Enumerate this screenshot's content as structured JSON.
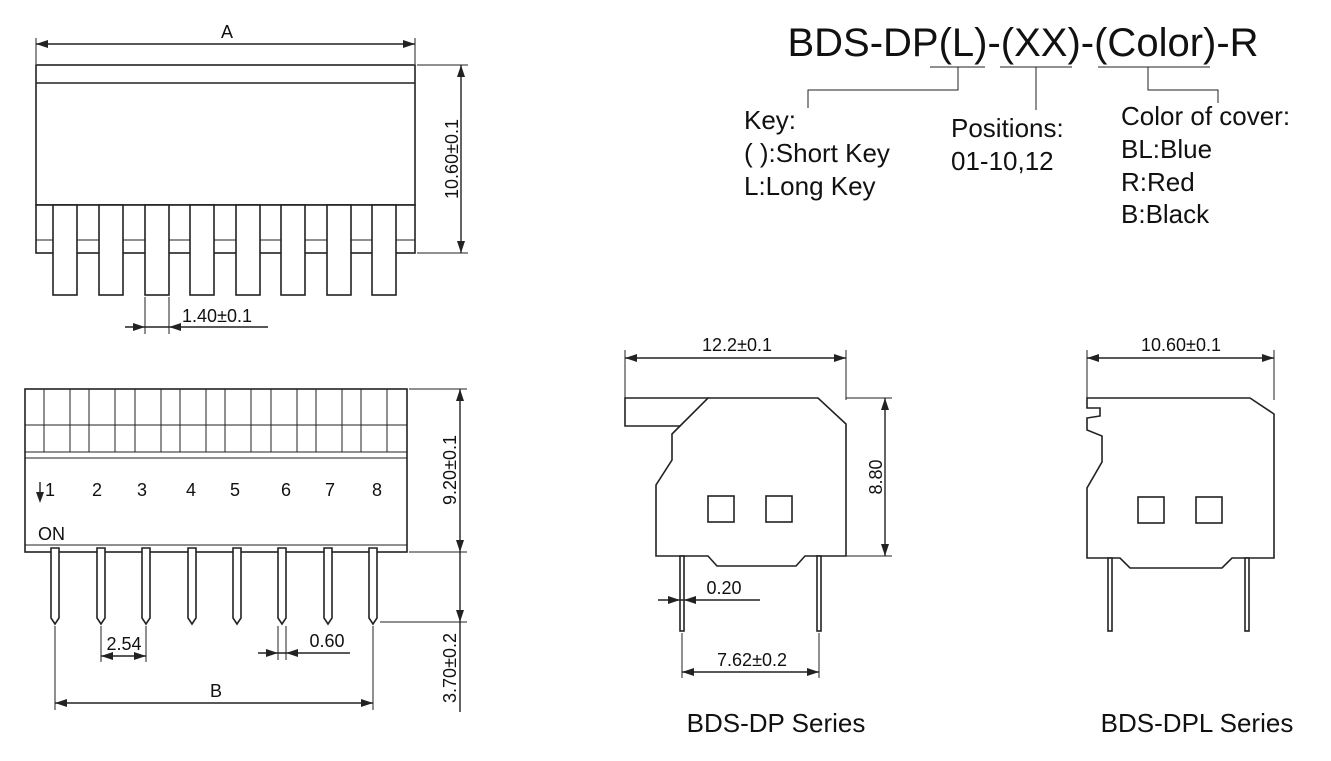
{
  "part_number": "BDS-DP(L)-(XX)-(Color)-R",
  "legend": {
    "key": {
      "title": "Key:",
      "short": "( ):Short Key",
      "long": "L:Long Key"
    },
    "positions": {
      "title": "Positions:",
      "values": "01-10,12"
    },
    "color": {
      "title": "Color of cover:",
      "bl": "BL:Blue",
      "r": "R:Red",
      "b": "B:Black"
    }
  },
  "top_view": {
    "dim_a": "A",
    "height": "10.60±0.1",
    "key_width": "1.40±0.1"
  },
  "front_view": {
    "numbers": [
      "1",
      "2",
      "3",
      "4",
      "5",
      "6",
      "7",
      "8"
    ],
    "on_label": "ON",
    "body_height": "9.20±0.1",
    "pin_length": "3.70±0.2",
    "pitch": "2.54",
    "pin_width": "0.60",
    "dim_b": "B"
  },
  "dp_view": {
    "width": "12.2±0.1",
    "height": "8.80",
    "pin_thickness": "0.20",
    "row_spacing": "7.62±0.2",
    "caption": "BDS-DP Series"
  },
  "dpl_view": {
    "width": "10.60±0.1",
    "caption": "BDS-DPL Series"
  }
}
